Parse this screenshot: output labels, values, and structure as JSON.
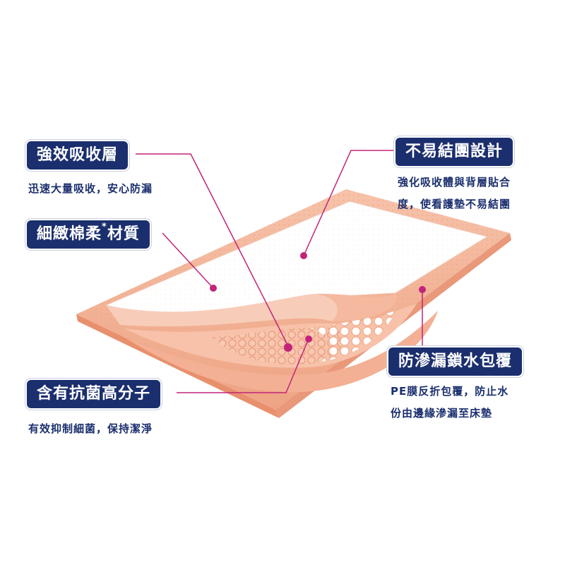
{
  "colors": {
    "label_bg": "#1b2f6e",
    "label_text": "#ffffff",
    "desc_text": "#1b2f6e",
    "leader_line": "#c2247a",
    "pad_border": "#f3b89a",
    "pad_surface": "#ffffff"
  },
  "labels": {
    "absorb": {
      "title": "強效吸收層",
      "desc": "迅速大量吸收，安心防漏"
    },
    "cotton": {
      "title_main": "細緻棉柔",
      "title_mark": "*",
      "title_tail": "材質"
    },
    "antibac": {
      "title": "含有抗菌高分子",
      "desc": "有效抑制細菌，保持潔淨"
    },
    "noclump": {
      "title": "不易結團設計",
      "desc_lines": [
        "強化吸收體與背層貼合",
        "度，使看護墊不易結團"
      ]
    },
    "leakproof": {
      "title": "防滲漏鎖水包覆",
      "desc_lines": [
        "PE膜反折包覆，防止水",
        "份由邊緣滲漏至床墊"
      ]
    }
  }
}
